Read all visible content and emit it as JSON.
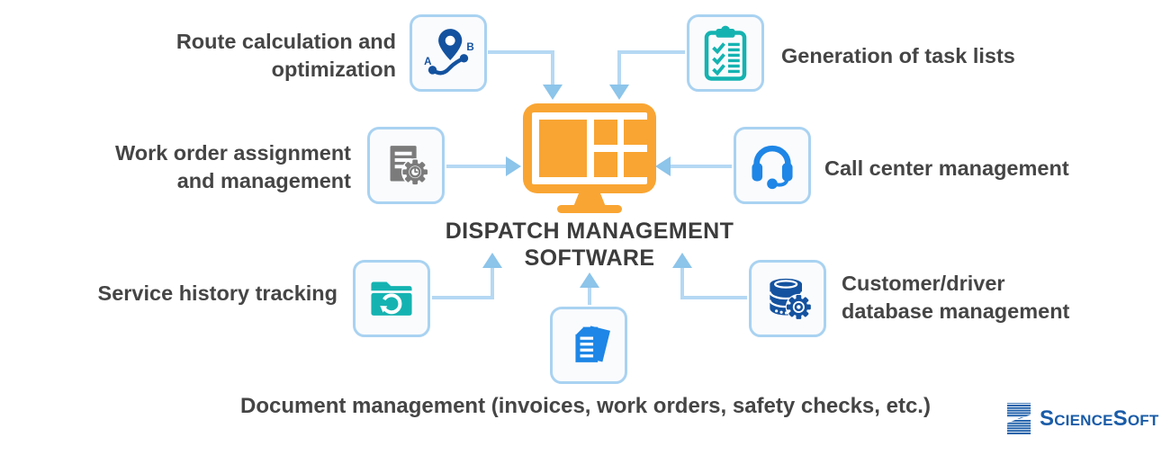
{
  "center": {
    "title": "DISPATCH MANAGEMENT SOFTWARE",
    "monitor_icon": "dispatch-software-monitor"
  },
  "features": [
    {
      "label": "Route calculation and optimization",
      "icon": "route-icon",
      "icon_letters": {
        "start": "A",
        "end": "B"
      }
    },
    {
      "label": "Generation of task lists",
      "icon": "task-checklist-icon"
    },
    {
      "label": "Work order assignment and management",
      "icon": "work-order-gear-clock-icon"
    },
    {
      "label": "Call center management",
      "icon": "headset-icon"
    },
    {
      "label": "Service history tracking",
      "icon": "folder-history-icon"
    },
    {
      "label": "Customer/driver database management",
      "icon": "database-gear-icon"
    },
    {
      "label": "Document management (invoices, work orders, safety checks, etc.)",
      "icon": "documents-icon"
    }
  ],
  "logo": {
    "text": "ScienceSoft"
  },
  "colors": {
    "orange": "#F9A533",
    "teal": "#14B3B1",
    "blue": "#1E86E6",
    "darkblue": "#14529F",
    "gray": "#7B7B7B",
    "cardborder": "#A9D2F1",
    "arrow": "#B5D8F3",
    "arrowhead": "#8CC4EA",
    "text": "#454545",
    "title": "#3C3C3C",
    "logo": "#1A5CA8"
  }
}
